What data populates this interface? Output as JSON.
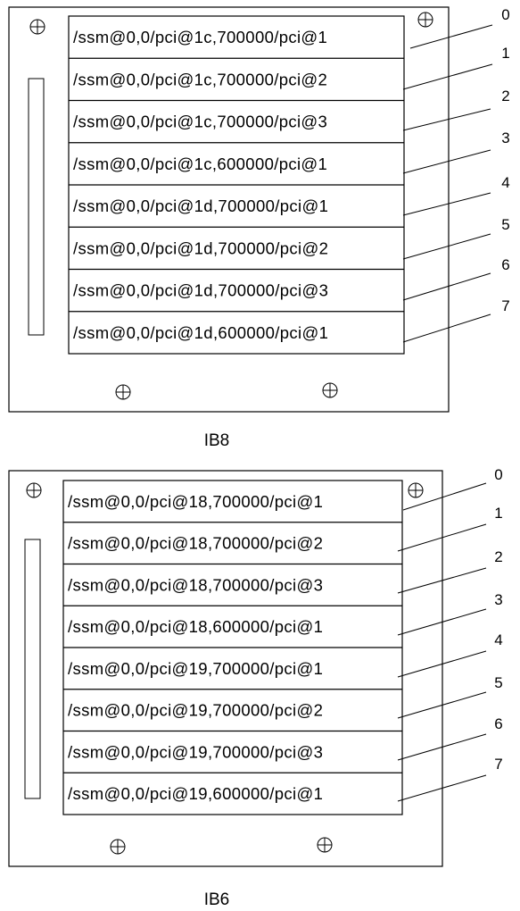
{
  "boards": [
    {
      "label": "IB8",
      "slots": [
        {
          "number": "0",
          "path": "/ssm@0,0/pci@1c,700000/pci@1"
        },
        {
          "number": "1",
          "path": "/ssm@0,0/pci@1c,700000/pci@2"
        },
        {
          "number": "2",
          "path": "/ssm@0,0/pci@1c,700000/pci@3"
        },
        {
          "number": "3",
          "path": "/ssm@0,0/pci@1c,600000/pci@1"
        },
        {
          "number": "4",
          "path": "/ssm@0,0/pci@1d,700000/pci@1"
        },
        {
          "number": "5",
          "path": "/ssm@0,0/pci@1d,700000/pci@2"
        },
        {
          "number": "6",
          "path": "/ssm@0,0/pci@1d,700000/pci@3"
        },
        {
          "number": "7",
          "path": "/ssm@0,0/pci@1d,600000/pci@1"
        }
      ]
    },
    {
      "label": "IB6",
      "slots": [
        {
          "number": "0",
          "path": "/ssm@0,0/pci@18,700000/pci@1"
        },
        {
          "number": "1",
          "path": "/ssm@0,0/pci@18,700000/pci@2"
        },
        {
          "number": "2",
          "path": "/ssm@0,0/pci@18,700000/pci@3"
        },
        {
          "number": "3",
          "path": "/ssm@0,0/pci@18,600000/pci@1"
        },
        {
          "number": "4",
          "path": "/ssm@0,0/pci@19,700000/pci@1"
        },
        {
          "number": "5",
          "path": "/ssm@0,0/pci@19,700000/pci@2"
        },
        {
          "number": "6",
          "path": "/ssm@0,0/pci@19,700000/pci@3"
        },
        {
          "number": "7",
          "path": "/ssm@0,0/pci@19,600000/pci@1"
        }
      ]
    }
  ]
}
